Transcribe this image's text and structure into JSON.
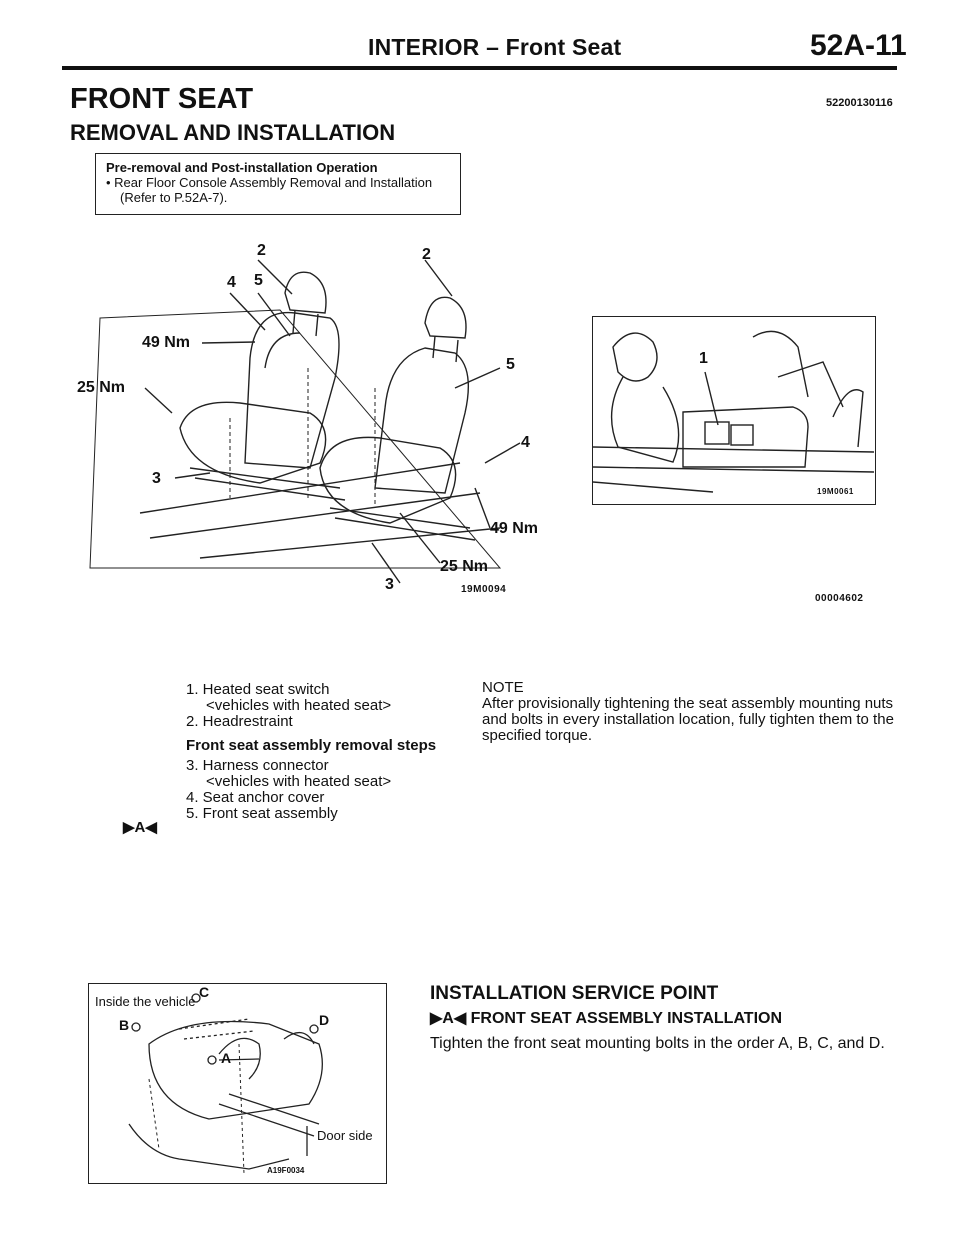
{
  "header": {
    "title": "INTERIOR – Front Seat",
    "page_number": "52A-11"
  },
  "section": {
    "title": "FRONT SEAT",
    "doc_id": "52200130116",
    "subtitle": "REMOVAL AND INSTALLATION"
  },
  "pre_op": {
    "title": "Pre-removal and Post-installation Operation",
    "bullet": "•  Rear Floor Console Assembly Removal and Installation (Refer to P.52A-7)."
  },
  "figure_main": {
    "labels": [
      "2",
      "2",
      "4",
      "5",
      "49 Nm",
      "25 Nm",
      "5",
      "4",
      "3",
      "49 Nm",
      "25 Nm",
      "3"
    ],
    "code_left": "19M0094",
    "code_right": "19M0061",
    "callout_right": "1",
    "figure_code": "00004602"
  },
  "parts_list": {
    "item1": "1. Heated seat switch",
    "item1_note": "<vehicles with heated seat>",
    "item2": "2. Headrestraint",
    "steps_title": "Front seat assembly removal steps",
    "item3": "3. Harness connector",
    "item3_note": "<vehicles with heated seat>",
    "item4": "4. Seat anchor cover",
    "item5": "5. Front seat assembly",
    "marker": "▶A◀"
  },
  "note": {
    "title": "NOTE",
    "text": "After provisionally tightening the seat assembly mounting nuts and bolts in every installation location, fully tighten them to the specified torque."
  },
  "figure_bottom": {
    "inside": "Inside the vehicle",
    "door": "Door side",
    "a": "A",
    "b": "B",
    "c": "C",
    "d": "D",
    "code": "A19F0034"
  },
  "service_point": {
    "title": "INSTALLATION SERVICE POINT",
    "subtitle": "▶A◀ FRONT SEAT ASSEMBLY INSTALLATION",
    "text": "Tighten the front seat mounting bolts in the order A, B, C, and D."
  }
}
